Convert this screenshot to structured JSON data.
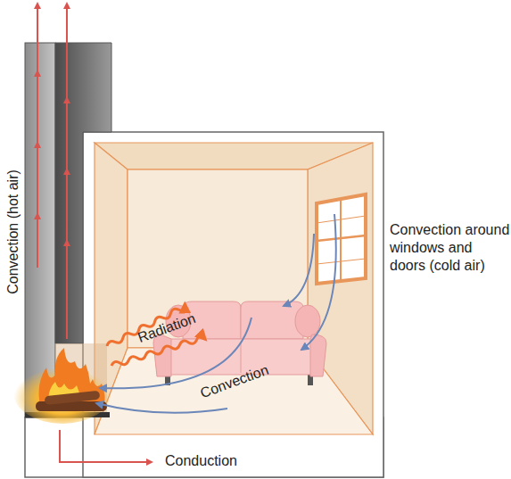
{
  "diagram": {
    "labels": [
      "Convection (hot air)",
      "Convection around windows and doors (cold air)",
      "Radiation",
      "Convection",
      "Conduction"
    ]
  }
}
